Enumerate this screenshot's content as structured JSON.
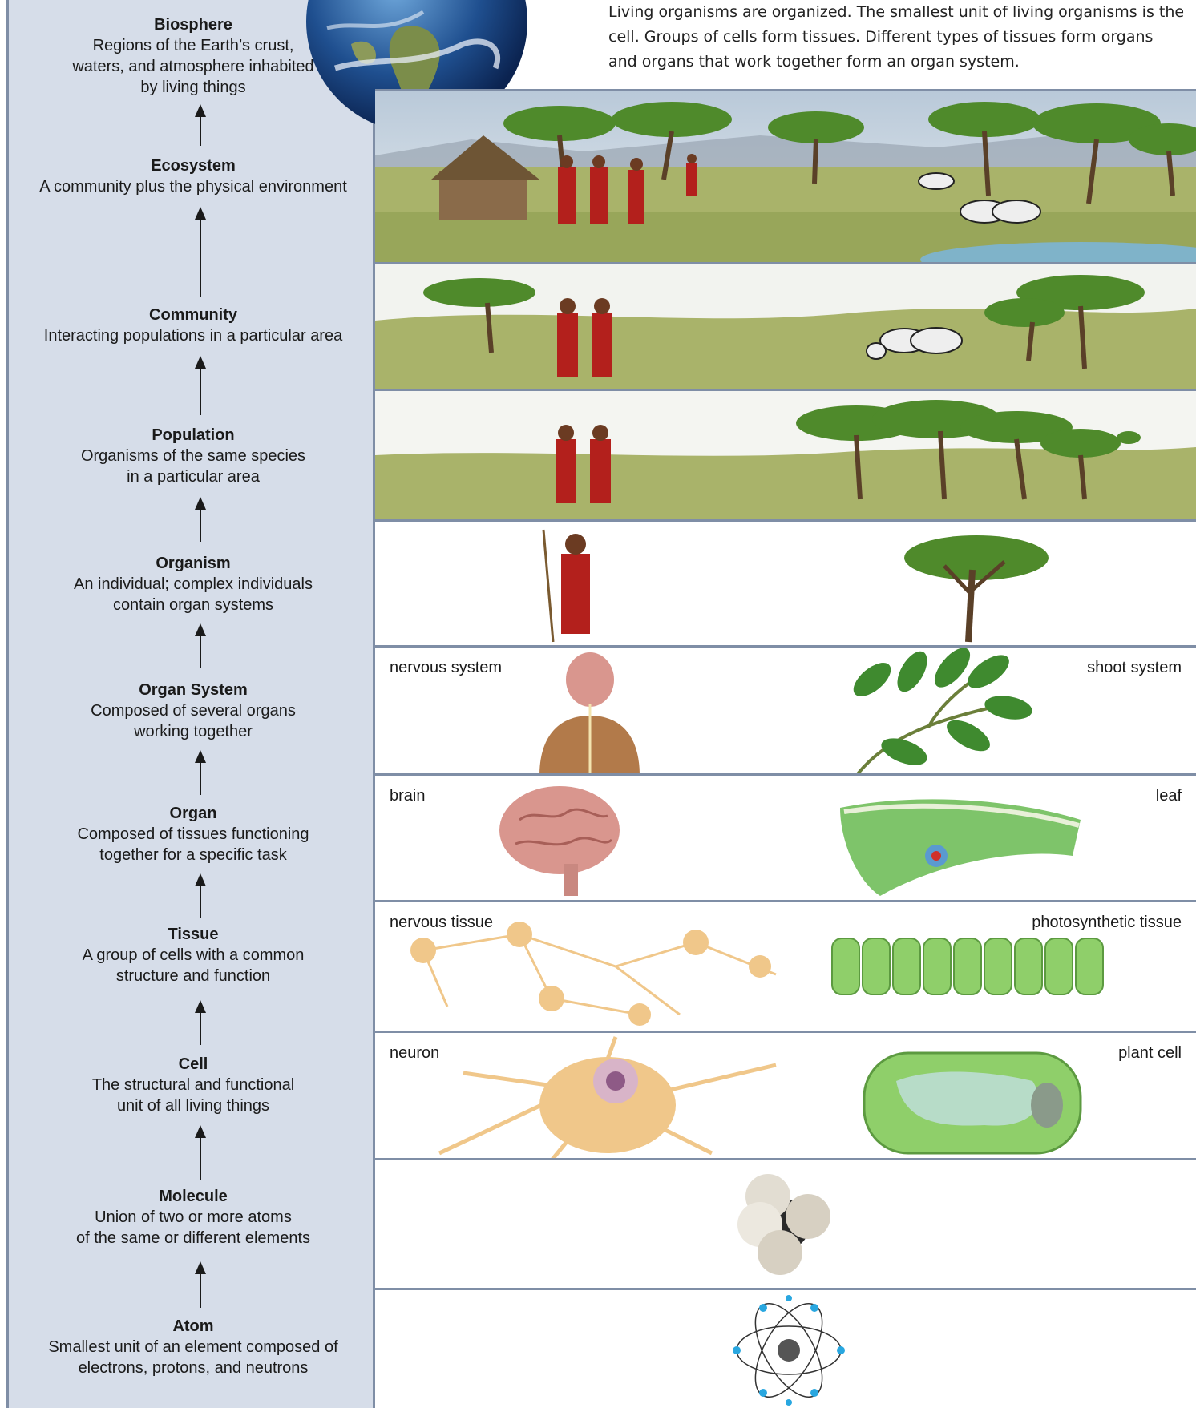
{
  "intro_text": "Living organisms are organized. The smallest unit of living organisms is the cell. Groups of cells form tissues. Different types of tissues form organs and organs that work together form an organ system.",
  "levels": [
    {
      "title": "Biosphere",
      "desc": "Regions of the Earth’s crust,\nwaters, and atmosphere inhabited\nby living things"
    },
    {
      "title": "Ecosystem",
      "desc": "A community plus the physical environment"
    },
    {
      "title": "Community",
      "desc": "Interacting populations in a particular area"
    },
    {
      "title": "Population",
      "desc": "Organisms of the same species\nin a particular area"
    },
    {
      "title": "Organism",
      "desc": "An individual; complex individuals\ncontain organ systems"
    },
    {
      "title": "Organ System",
      "desc": "Composed of several organs\nworking together"
    },
    {
      "title": "Organ",
      "desc": "Composed of tissues functioning\ntogether for a specific task"
    },
    {
      "title": "Tissue",
      "desc": "A group of cells with a common\nstructure and function"
    },
    {
      "title": "Cell",
      "desc": "The structural and functional\nunit of all living things"
    },
    {
      "title": "Molecule",
      "desc": "Union of two or more atoms\nof the same or different elements"
    },
    {
      "title": "Atom",
      "desc": "Smallest unit of an element composed of\nelectrons, protons, and neutrons"
    }
  ],
  "band_labels": {
    "organ_system_left": "nervous system",
    "organ_system_right": "shoot system",
    "organ_left": "brain",
    "organ_right": "leaf",
    "tissue_left": "nervous tissue",
    "tissue_right": "photosynthetic tissue",
    "cell_left": "neuron",
    "cell_right": "plant cell"
  },
  "colors": {
    "panel_bg": "#d6dde9",
    "border": "#7f8ea6",
    "robe": "#b3201c",
    "foliage": "#4f8a2b",
    "grass": "#a9b36a",
    "neuron": "#f0c78a",
    "plant_cell": "#8fcf6a",
    "brain": "#d9968e"
  }
}
